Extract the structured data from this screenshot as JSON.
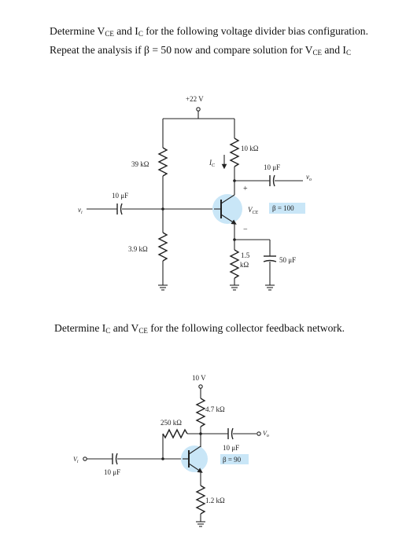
{
  "question1": {
    "line1": {
      "a": "Determine V",
      "sub1": "CE",
      "b": " and I",
      "sub2": "C",
      "c": " for the following voltage divider bias configuration."
    },
    "line2": {
      "a": "Repeat the analysis if β = 50 now and compare solution for V",
      "sub1": "CE",
      "b": " and I",
      "sub2": "C"
    }
  },
  "question2": {
    "a": "Determine I",
    "sub1": "C",
    "b": " and V",
    "sub2": "CE",
    "c": " for the following collector feedback network."
  },
  "circuit1": {
    "supply": "+22 V",
    "r1": "39 kΩ",
    "r2": "3.9 kΩ",
    "rc": "10 kΩ",
    "re_1": "1.5",
    "re_2": "kΩ",
    "c_in": "10 μF",
    "c_out": "10 μF",
    "c_e": "50 μF",
    "vi": "v",
    "vi_sub": "i",
    "vo": "v",
    "vo_sub": "o",
    "ic": "I",
    "ic_sub": "C",
    "vce": "V",
    "vce_sub": "CE",
    "plus": "+",
    "minus": "−",
    "beta": "β = 100"
  },
  "circuit2": {
    "supply": "10 V",
    "rc": "4.7 kΩ",
    "rf": "250 kΩ",
    "re": "1.2 kΩ",
    "c_in": "10 μF",
    "c_out": "10 μF",
    "vi": "V",
    "vi_sub": "i",
    "vo": "V",
    "vo_sub": "o",
    "beta": "β = 90"
  },
  "colors": {
    "transistor_fill": "#c9e6f7",
    "beta_box": "#c9e6f7"
  }
}
